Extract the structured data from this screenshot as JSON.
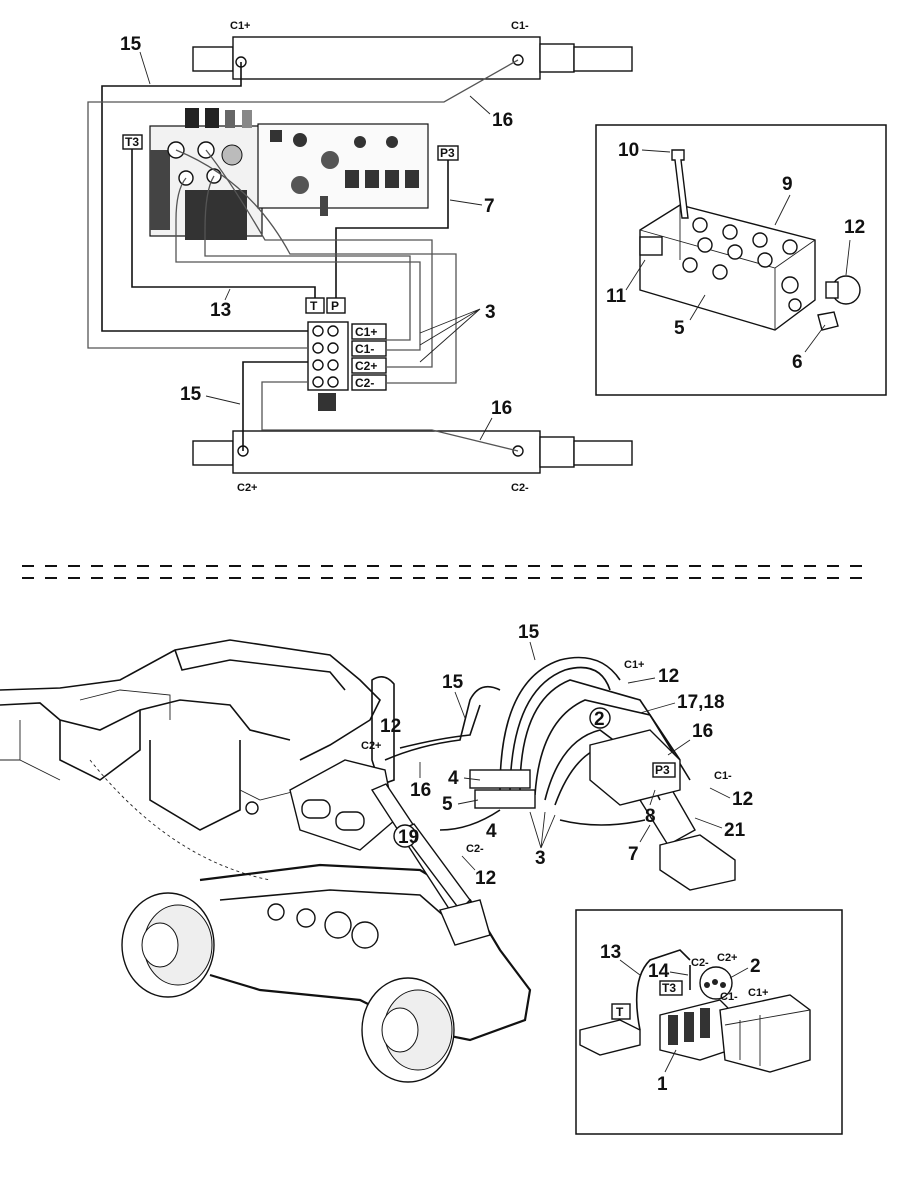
{
  "top_diagram": {
    "cylinder_upper": {
      "port_plus": "C1+",
      "port_minus": "C1-"
    },
    "cylinder_lower": {
      "port_plus": "C2+",
      "port_minus": "C2-"
    },
    "valve_labels": {
      "tank": "T3",
      "pressure": "P3"
    },
    "manifold_labels": {
      "tank": "T",
      "pressure": "P",
      "c1_plus": "C1+",
      "c1_minus": "C1-",
      "c2_plus": "C2+",
      "c2_minus": "C2-"
    },
    "callouts": {
      "hose_15_upper": "15",
      "hose_16_upper": "16",
      "hose_7": "7",
      "hose_13": "13",
      "fittings_3": "3",
      "hose_15_lower": "15",
      "hose_16_lower": "16"
    }
  },
  "inset_top": {
    "callouts": {
      "bolt": "10",
      "block": "9",
      "plug": "12",
      "seal": "11",
      "body": "5",
      "fitting": "6"
    }
  },
  "bottom_diagram": {
    "port_labels": {
      "c1_plus": "C1+",
      "c2_plus": "C2+",
      "c1_minus": "C1-",
      "c2_minus": "C2-",
      "p3": "P3"
    },
    "callouts": {
      "hose_15_top": "15",
      "hose_15_left": "15",
      "plug_12_c1": "12",
      "item_17_18": "17,18",
      "bracket_16": "16",
      "plug_12_c2": "12",
      "item_2": "2",
      "item_4_top": "4",
      "item_5": "5",
      "item_4_bottom": "4",
      "hose_16": "16",
      "cylinder_19": "19",
      "item_3": "3",
      "plug_12_c2minus": "12",
      "item_8": "8",
      "item_7": "7",
      "item_21": "21",
      "plug_12_c1minus": "12"
    }
  },
  "inset_bottom": {
    "labels": {
      "t3": "T3",
      "t": "T",
      "c2_minus": "C2-",
      "c2_plus": "C2+",
      "c1_minus": "C1-",
      "c1_plus": "C1+"
    },
    "callouts": {
      "hose_13": "13",
      "item_14": "14",
      "item_2": "2",
      "item_1": "1"
    }
  }
}
